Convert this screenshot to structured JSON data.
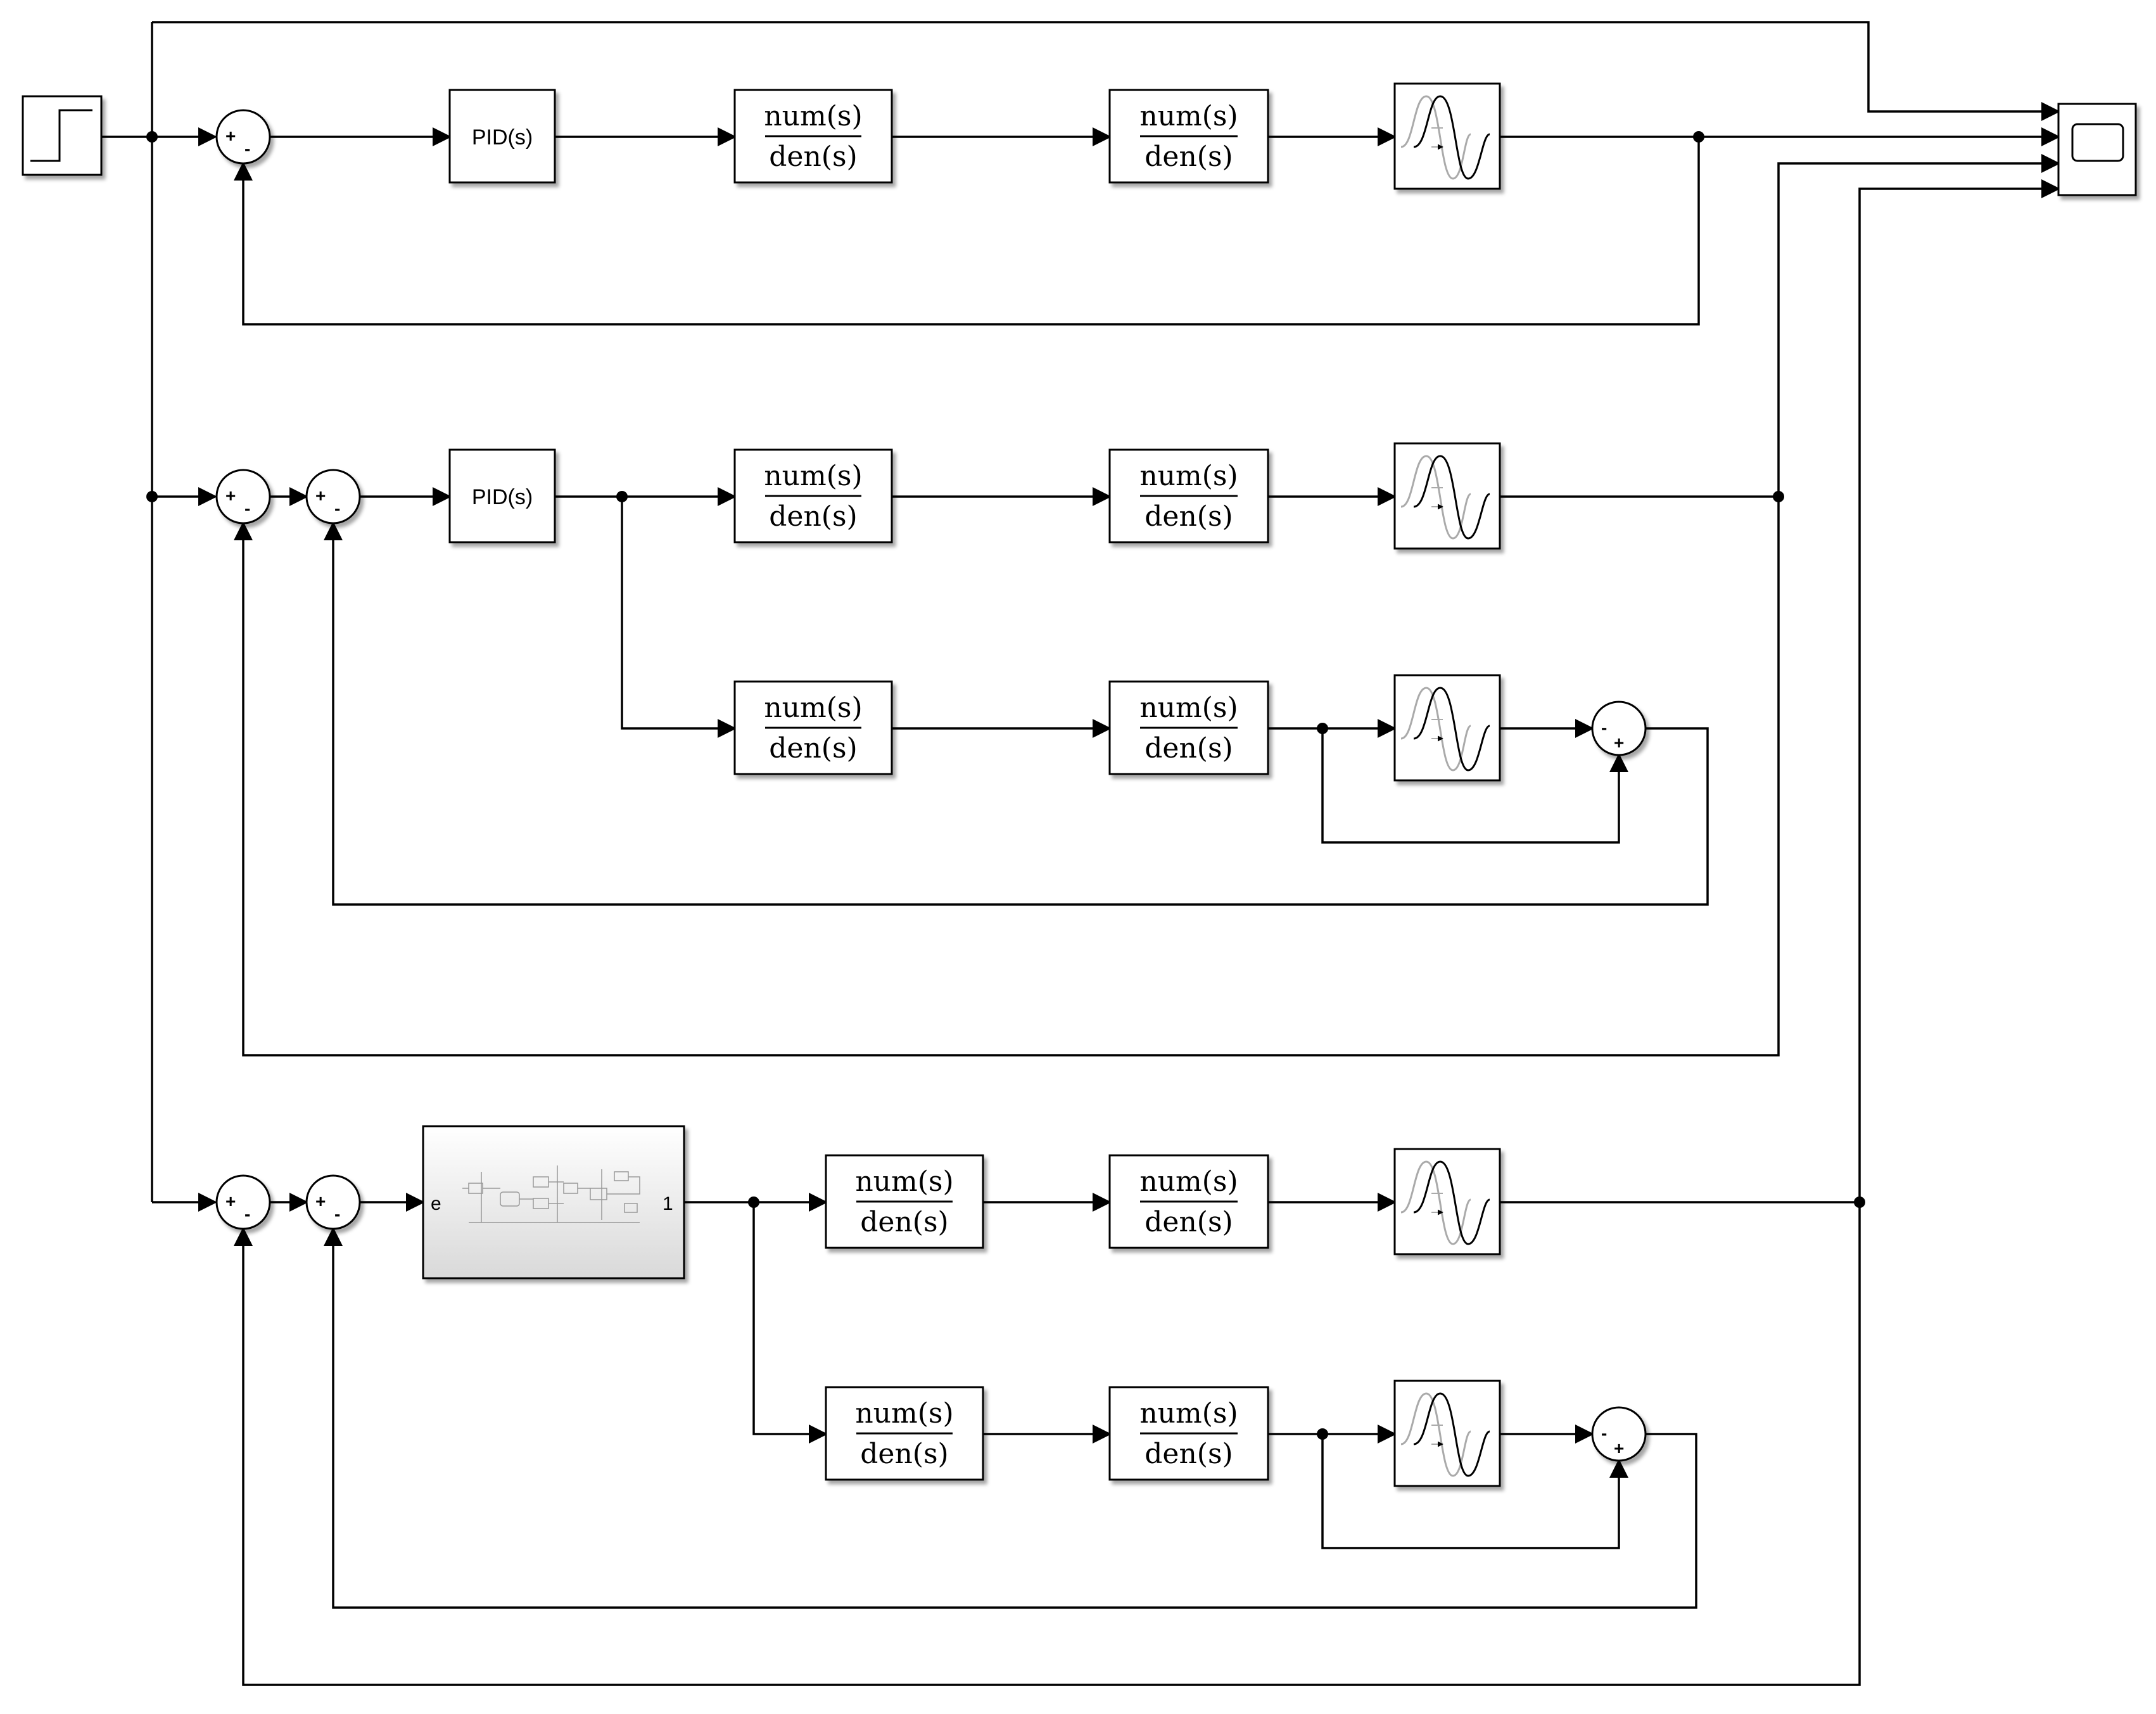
{
  "tf_block": {
    "num": "num(s)",
    "den": "den(s)"
  },
  "pid_block": {
    "label": "PID(s)"
  },
  "subsystem": {
    "in_port": "e",
    "out_port": "1"
  },
  "sum_signs": {
    "plus": "+",
    "minus": "-"
  }
}
